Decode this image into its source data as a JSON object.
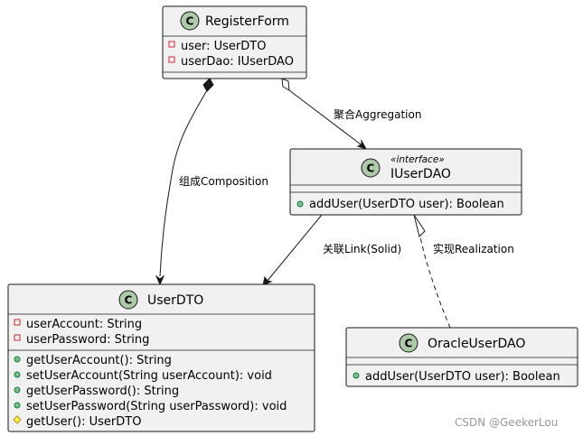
{
  "classes": {
    "register_form": {
      "name": "RegisterForm",
      "badge": "C",
      "fields": [
        {
          "visibility": "-",
          "text": "user: UserDTO"
        },
        {
          "visibility": "-",
          "text": "userDao: IUserDAO"
        }
      ]
    },
    "iuser_dao": {
      "name": "IUserDAO",
      "badge": "C",
      "stereotype": "«interface»",
      "methods": [
        {
          "visibility": "+",
          "text": "addUser(UserDTO user): Boolean"
        }
      ]
    },
    "user_dto": {
      "name": "UserDTO",
      "badge": "C",
      "fields": [
        {
          "visibility": "-",
          "text": "userAccount: String"
        },
        {
          "visibility": "-",
          "text": "userPassword: String"
        }
      ],
      "methods": [
        {
          "visibility": "+",
          "text": "getUserAccount(): String"
        },
        {
          "visibility": "+",
          "text": "setUserAccount(String userAccount): void"
        },
        {
          "visibility": "+",
          "text": "getUserPassword(): String"
        },
        {
          "visibility": "+",
          "text": "setUserPassword(String userPassword): void"
        },
        {
          "visibility": "#",
          "text": "getUser(): UserDTO"
        }
      ]
    },
    "oracle_user_dao": {
      "name": "OracleUserDAO",
      "badge": "C",
      "methods": [
        {
          "visibility": "+",
          "text": "addUser(UserDTO user): Boolean"
        }
      ]
    }
  },
  "edges": {
    "aggregation": {
      "label": "聚合Aggregation",
      "from": "RegisterForm",
      "to": "IUserDAO"
    },
    "composition": {
      "label": "组成Composition",
      "from": "RegisterForm",
      "to": "UserDTO"
    },
    "association": {
      "label": "关联Link(Solid)",
      "from": "IUserDAO",
      "to": "UserDTO"
    },
    "realization": {
      "label": "实现Realization",
      "from": "OracleUserDAO",
      "to": "IUserDAO"
    }
  },
  "watermark": "CSDN @GeekerLou"
}
